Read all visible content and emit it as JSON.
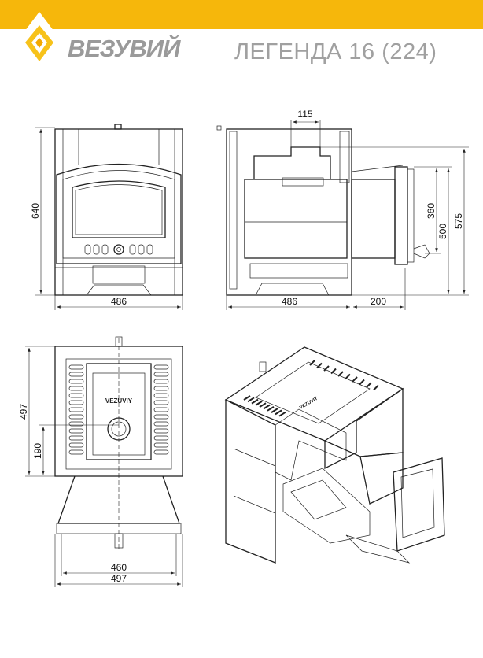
{
  "header": {
    "brand": "ВЕЗУВИЙ",
    "model_title": "ЛЕГЕНДА 16 (224)",
    "accent_color": "#F6B70B",
    "logo_color": "#F7C21A"
  },
  "front_view": {
    "height": "640",
    "width": "486"
  },
  "side_view": {
    "flue": "115",
    "depth": "486",
    "door_protrusion": "200",
    "dim_glass": "360",
    "dim_door": "500",
    "dim_total": "575"
  },
  "top_view": {
    "depth": "497",
    "flue_offset": "190",
    "front_inner": "460",
    "width": "497",
    "grate_label": "VEZUVIY"
  },
  "iso_view": {
    "grate_label": "VEZUVIY"
  }
}
